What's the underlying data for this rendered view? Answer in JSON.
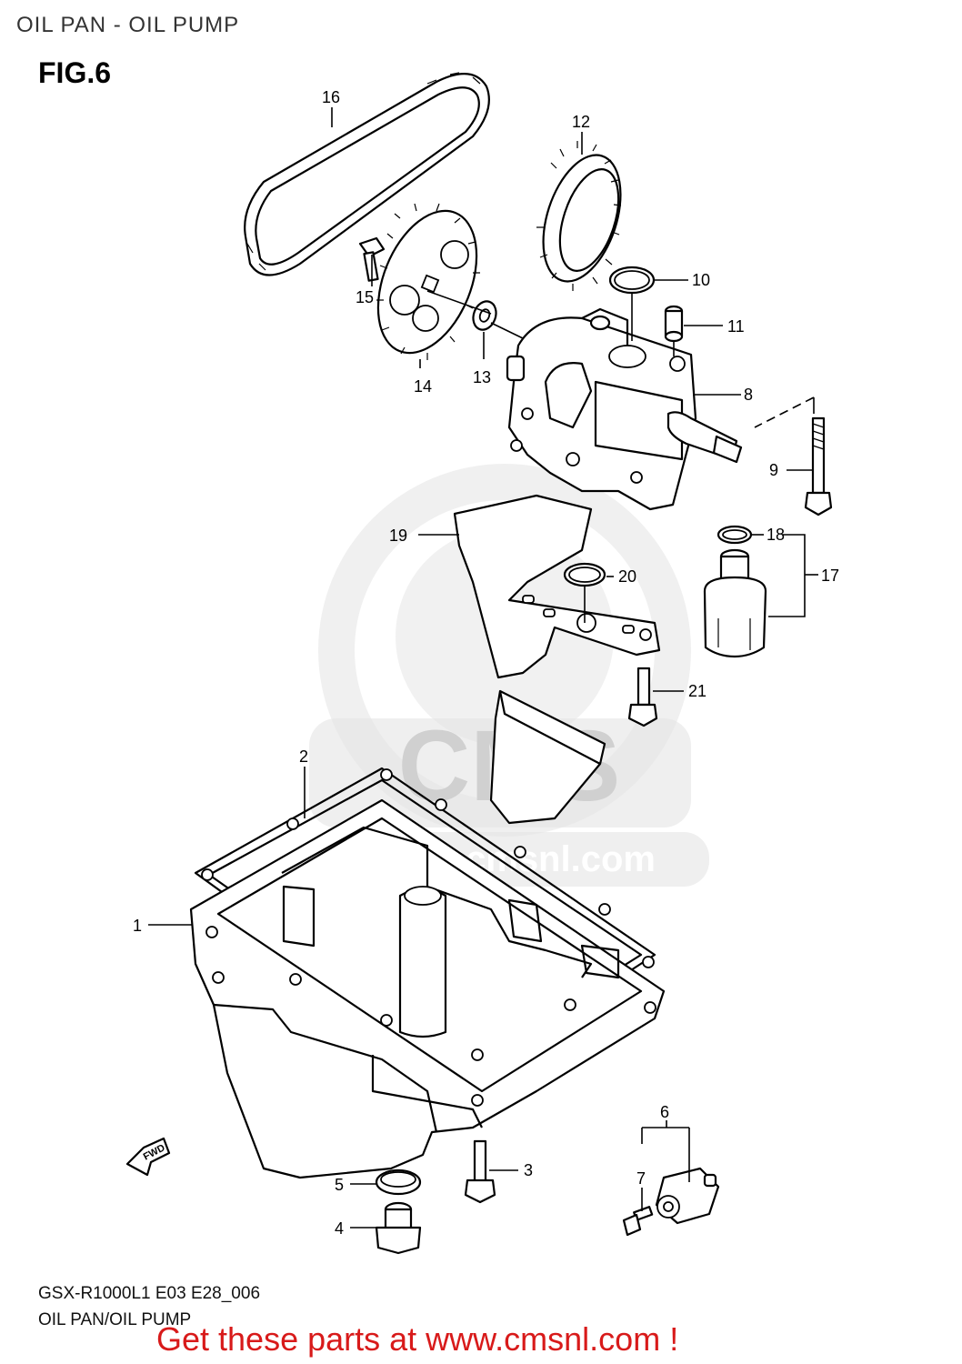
{
  "header": {
    "title": "OIL PAN - OIL PUMP",
    "figure": "FIG.6"
  },
  "callouts": [
    {
      "id": "1",
      "label": "1"
    },
    {
      "id": "2",
      "label": "2"
    },
    {
      "id": "3",
      "label": "3"
    },
    {
      "id": "4",
      "label": "4"
    },
    {
      "id": "5",
      "label": "5"
    },
    {
      "id": "6",
      "label": "6"
    },
    {
      "id": "7",
      "label": "7"
    },
    {
      "id": "8",
      "label": "8"
    },
    {
      "id": "9",
      "label": "9"
    },
    {
      "id": "10",
      "label": "10"
    },
    {
      "id": "11",
      "label": "11"
    },
    {
      "id": "12",
      "label": "12"
    },
    {
      "id": "13",
      "label": "13"
    },
    {
      "id": "14",
      "label": "14"
    },
    {
      "id": "15",
      "label": "15"
    },
    {
      "id": "16",
      "label": "16"
    },
    {
      "id": "17",
      "label": "17"
    },
    {
      "id": "18",
      "label": "18"
    },
    {
      "id": "19",
      "label": "19"
    },
    {
      "id": "20",
      "label": "20"
    },
    {
      "id": "21",
      "label": "21"
    }
  ],
  "fwd_marker": "FWD",
  "watermark": {
    "brand": "CMS",
    "url": "www.cmsnl.com"
  },
  "footer": {
    "code": "GSX-R1000L1 E03 E28_006",
    "subtitle": "OIL PAN/OIL PUMP",
    "promo": "Get these parts at www.cmsnl.com !"
  },
  "colors": {
    "promo": "#d81a1a",
    "watermark": "#e4e4e4",
    "ink": "#000000"
  }
}
